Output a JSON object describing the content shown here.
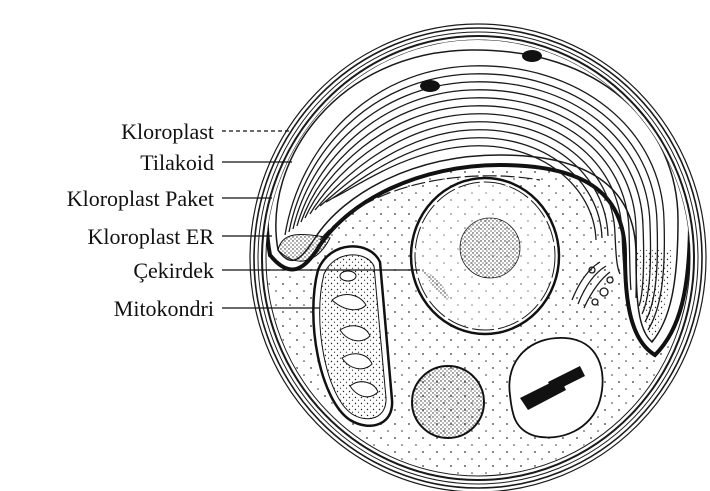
{
  "diagram": {
    "labels": [
      {
        "id": "chloroplast",
        "text": "Kloroplast",
        "leader": "dashed"
      },
      {
        "id": "thylakoid",
        "text": "Tilakoid",
        "leader": "solid"
      },
      {
        "id": "chloroplast-packet",
        "text": "Kloroplast Paket",
        "leader": "solid"
      },
      {
        "id": "chloroplast-er",
        "text": "Kloroplast ER",
        "leader": "solid"
      },
      {
        "id": "nucleus",
        "text": "Çekirdek",
        "leader": "solid"
      },
      {
        "id": "mitochondrion",
        "text": "Mitokondri",
        "leader": "solid"
      }
    ]
  },
  "colors": {
    "ink": "#1a1a1a",
    "background": "#ffffff",
    "stipple": "#2a2a2a"
  }
}
